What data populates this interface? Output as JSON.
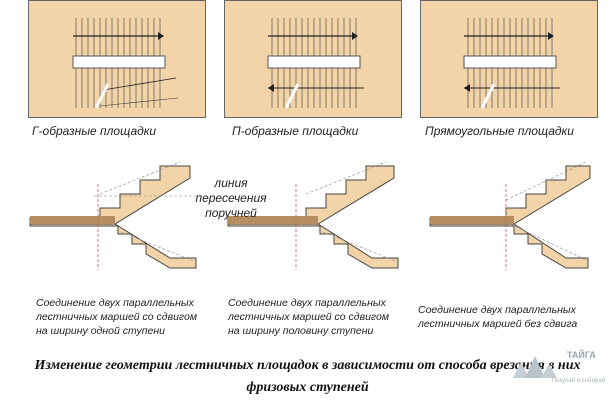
{
  "plans": [
    {
      "label": "Г-образные площадки"
    },
    {
      "label": "П-образные площадки"
    },
    {
      "label": "Прямоугольные площадки"
    }
  ],
  "sections": [
    {
      "note": [
        "Соединение двух параллельных",
        "лестничных маршей со сдвигом",
        "на ширину одной ступени"
      ]
    },
    {
      "note": [
        "Соединение двух параллельных",
        "лестничных маршей со сдвигом",
        "на ширину половину ступени"
      ]
    },
    {
      "note": [
        "Соединение двух параллельных",
        "лестничных маршей без сдвига"
      ]
    }
  ],
  "callout": [
    "линия",
    "пересечения",
    "поручней"
  ],
  "caption": [
    "Изменение геометрии лестничных площадок в зависимости от способа врезания в них",
    "фризовых ступеней"
  ],
  "watermark": {
    "name": "ТАЙГА",
    "sub": "Покупай и собирай"
  },
  "colors": {
    "fill": "#f2d4a8",
    "stroke": "#444444",
    "dash": "#c05a5a",
    "band": "#b48e60"
  }
}
